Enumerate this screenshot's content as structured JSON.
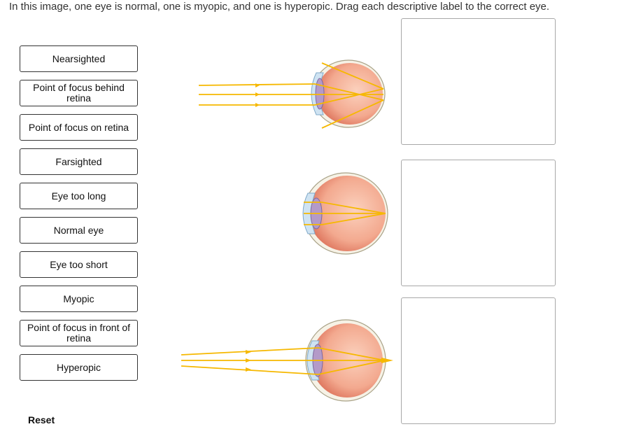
{
  "instructions": "In this image, one eye is normal, one is myopic, and one is hyperopic.  Drag each descriptive label to the correct eye.",
  "labels": [
    "Nearsighted",
    "Point of focus behind retina",
    "Point of focus on retina",
    "Farsighted",
    "Eye too long",
    "Normal eye",
    "Eye too short",
    "Myopic",
    "Point of focus in front of retina",
    "Hyperopic"
  ],
  "reset_label": "Reset",
  "colors": {
    "ray": "#f6b800",
    "eyeball": "#f3a98f",
    "eyeball_edge": "#c9c0a4",
    "lens": "#b49ac8",
    "cornea": "#cfe3f2"
  }
}
